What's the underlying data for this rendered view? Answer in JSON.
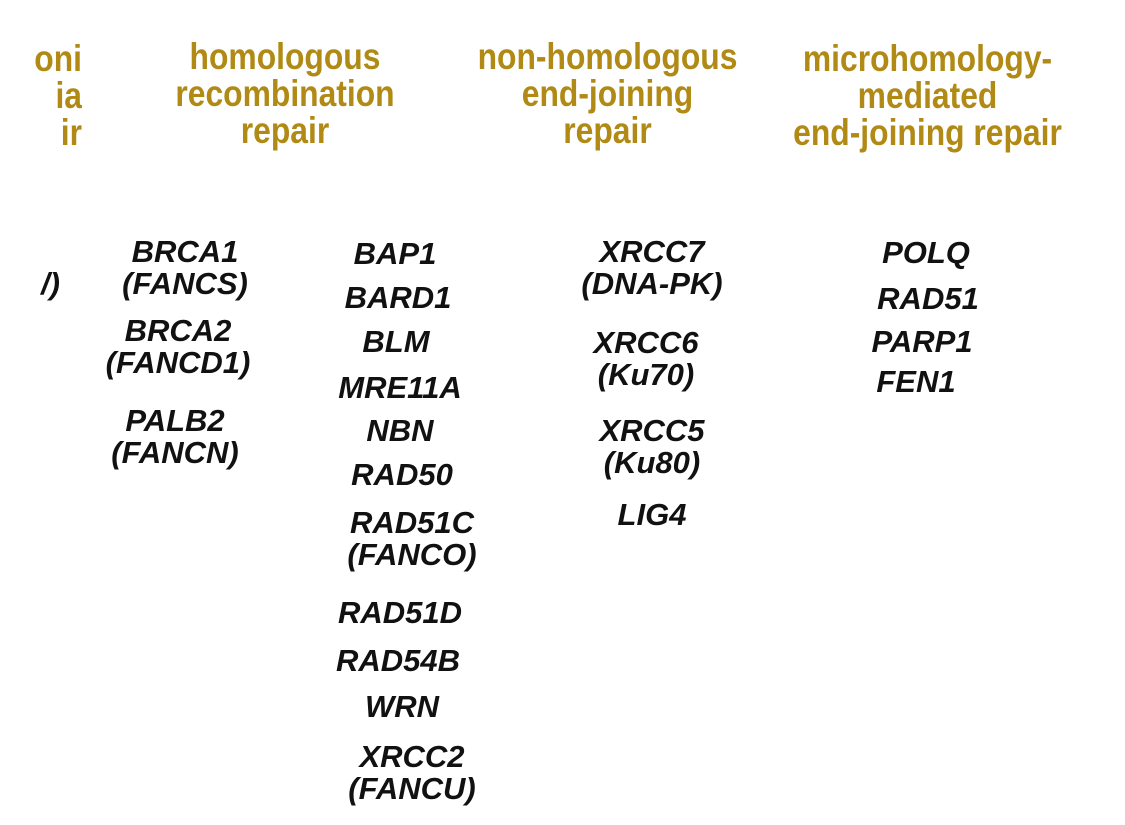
{
  "headers": {
    "partial": [
      "oni",
      "ia",
      "ir"
    ],
    "homologous_recombination": [
      "homologous",
      "recombination",
      "repair"
    ],
    "nhej": [
      "non-homologous",
      "end-joining",
      "repair"
    ],
    "mmej": [
      "microhomology-",
      "mediated",
      "end-joining repair"
    ]
  },
  "genes": {
    "partial": [
      "/)"
    ],
    "hr_col1": [
      [
        "BRCA1",
        "(FANCS)"
      ],
      [
        "BRCA2",
        "(FANCD1)"
      ],
      [
        "PALB2",
        "(FANCN)"
      ]
    ],
    "hr_col2": [
      [
        "BAP1"
      ],
      [
        "BARD1"
      ],
      [
        "BLM"
      ],
      [
        "MRE11A"
      ],
      [
        "NBN"
      ],
      [
        "RAD50"
      ],
      [
        "RAD51C",
        "(FANCO)"
      ],
      [
        "RAD51D"
      ],
      [
        "RAD54B"
      ],
      [
        "WRN"
      ],
      [
        "XRCC2",
        "(FANCU)"
      ]
    ],
    "nhej": [
      [
        "XRCC7",
        "(DNA-PK)"
      ],
      [
        "XRCC6",
        "(Ku70)"
      ],
      [
        "XRCC5",
        "(Ku80)"
      ],
      [
        "LIG4"
      ]
    ],
    "mmej": [
      [
        "POLQ"
      ],
      [
        "RAD51"
      ],
      [
        "PARP1"
      ],
      [
        "FEN1"
      ]
    ]
  }
}
